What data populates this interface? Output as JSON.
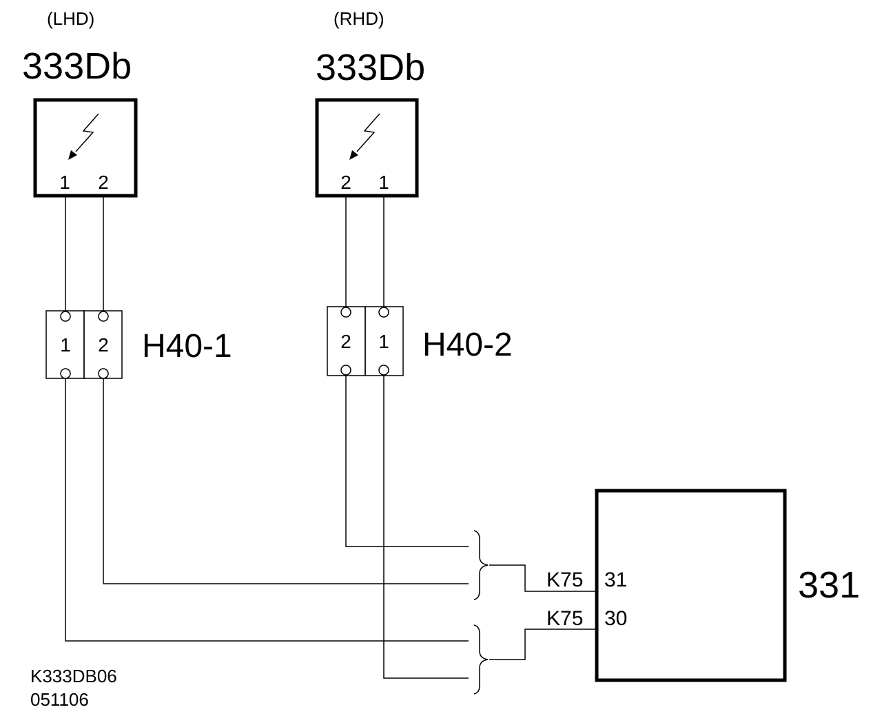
{
  "sensor_lhd": {
    "variant_label": "(LHD)",
    "component_label": "333Db",
    "pins": [
      "1",
      "2"
    ],
    "icon": "lightning-bolt-arrow-icon"
  },
  "sensor_rhd": {
    "variant_label": "(RHD)",
    "component_label": "333Db",
    "pins": [
      "2",
      "1"
    ],
    "icon": "lightning-bolt-arrow-icon"
  },
  "connector_1": {
    "label": "H40-1",
    "pins": [
      "1",
      "2"
    ]
  },
  "connector_2": {
    "label": "H40-2",
    "pins": [
      "2",
      "1"
    ]
  },
  "control_unit": {
    "label": "331",
    "terminals": [
      {
        "connector": "K75",
        "pin": "31"
      },
      {
        "connector": "K75",
        "pin": "30"
      }
    ]
  },
  "drawing_code": {
    "line1": "K333DB06",
    "line2": "051106"
  }
}
